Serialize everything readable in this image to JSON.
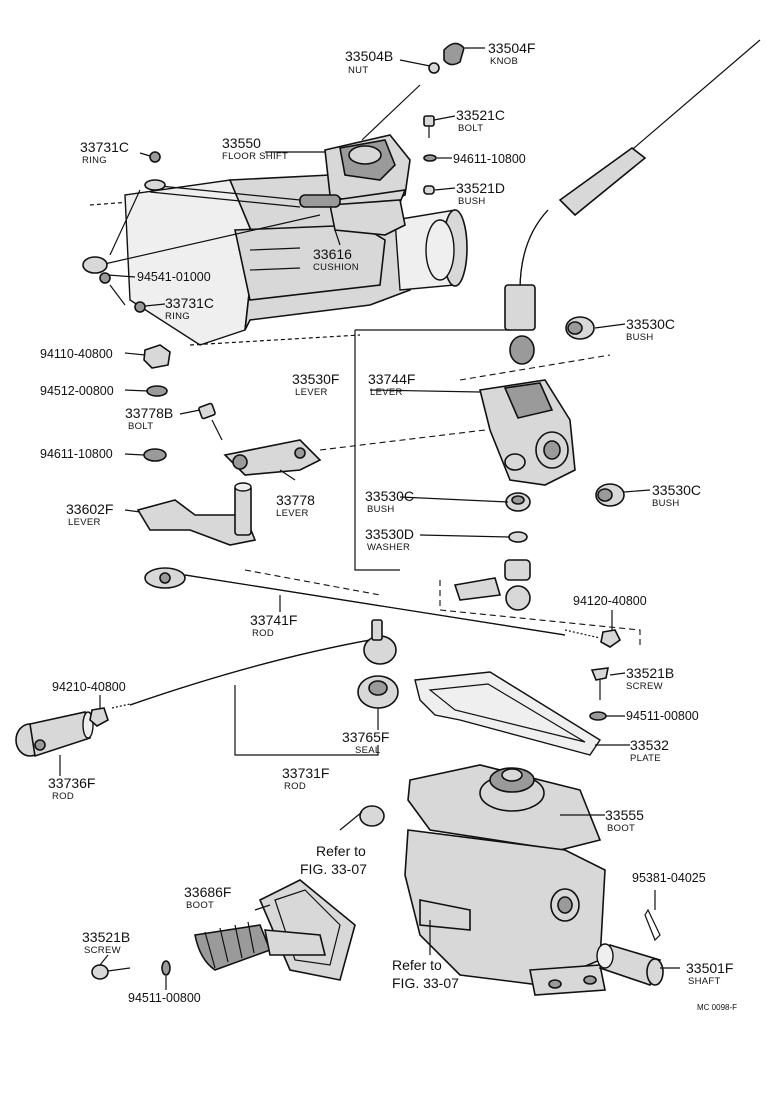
{
  "labels": [
    {
      "id": "33504B",
      "part": "33504B",
      "name": "NUT"
    },
    {
      "id": "33504F",
      "part": "33504F",
      "name": "KNOB"
    },
    {
      "id": "33521C",
      "part": "33521C",
      "name": "BOLT"
    },
    {
      "id": "94611-10800a",
      "part": "94611-10800",
      "name": ""
    },
    {
      "id": "33521D",
      "part": "33521D",
      "name": "BUSH"
    },
    {
      "id": "33731Ca",
      "part": "33731C",
      "name": "RING"
    },
    {
      "id": "33550",
      "part": "33550",
      "name": "FLOOR SHIFT"
    },
    {
      "id": "33616",
      "part": "33616",
      "name": "CUSHION"
    },
    {
      "id": "94541-01000",
      "part": "94541-01000",
      "name": ""
    },
    {
      "id": "33731Cb",
      "part": "33731C",
      "name": "RING"
    },
    {
      "id": "33530Ca",
      "part": "33530C",
      "name": "BUSH"
    },
    {
      "id": "94110-40800",
      "part": "94110-40800",
      "name": ""
    },
    {
      "id": "33530F",
      "part": "33530F",
      "name": "LEVER"
    },
    {
      "id": "33744F",
      "part": "33744F",
      "name": "LEVER"
    },
    {
      "id": "94512-00800",
      "part": "94512-00800",
      "name": ""
    },
    {
      "id": "33778B",
      "part": "33778B",
      "name": "BOLT"
    },
    {
      "id": "94611-10800b",
      "part": "94611-10800",
      "name": ""
    },
    {
      "id": "33778",
      "part": "33778",
      "name": "LEVER"
    },
    {
      "id": "33530Cb",
      "part": "33530C",
      "name": "BUSH"
    },
    {
      "id": "33530Cc",
      "part": "33530C",
      "name": "BUSH"
    },
    {
      "id": "33602F",
      "part": "33602F",
      "name": "LEVER"
    },
    {
      "id": "33530D",
      "part": "33530D",
      "name": "WASHER"
    },
    {
      "id": "94120-40800",
      "part": "94120-40800",
      "name": ""
    },
    {
      "id": "33741F",
      "part": "33741F",
      "name": "ROD"
    },
    {
      "id": "33521Ba",
      "part": "33521B",
      "name": "SCREW"
    },
    {
      "id": "94210-40800",
      "part": "94210-40800",
      "name": ""
    },
    {
      "id": "94511-00800a",
      "part": "94511-00800",
      "name": ""
    },
    {
      "id": "33765F",
      "part": "33765F",
      "name": "SEAL"
    },
    {
      "id": "33532",
      "part": "33532",
      "name": "PLATE"
    },
    {
      "id": "33736F",
      "part": "33736F",
      "name": "ROD"
    },
    {
      "id": "33731F",
      "part": "33731F",
      "name": "ROD"
    },
    {
      "id": "33555",
      "part": "33555",
      "name": "BOOT"
    },
    {
      "id": "33686F",
      "part": "33686F",
      "name": "BOOT"
    },
    {
      "id": "95381-04025",
      "part": "95381-04025",
      "name": ""
    },
    {
      "id": "33521Bb",
      "part": "33521B",
      "name": "SCREW"
    },
    {
      "id": "33501F",
      "part": "33501F",
      "name": "SHAFT"
    },
    {
      "id": "94511-00800b",
      "part": "94511-00800",
      "name": ""
    }
  ],
  "references": [
    {
      "line1": "Refer to",
      "line2": "FIG. 33-07"
    },
    {
      "line1": "Refer to",
      "line2": "FIG. 33-07"
    }
  ],
  "figure_code": "MC 0098-F"
}
